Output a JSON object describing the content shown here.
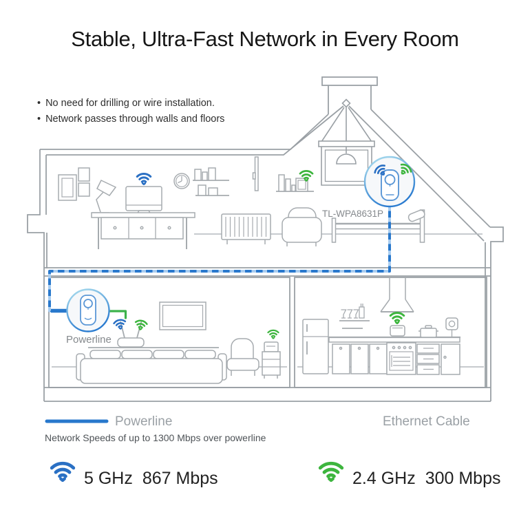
{
  "title": "Stable, Ultra-Fast Network in Every Room",
  "features": [
    "No need for drilling or wire installation.",
    "Network passes through walls and floors"
  ],
  "bullet_char": "•",
  "diagram": {
    "top_adapter_model": "TL-WPA8631P",
    "bottom_adapter_label": "Powerline"
  },
  "legend": {
    "powerline_label": "Powerline",
    "powerline_note": "Network Speeds of up to 1300 Mbps over powerline",
    "powerline_color": "#2878cc",
    "ethernet_label": "Ethernet Cable",
    "ethernet_color_start": "#2ca63c",
    "ethernet_color_end": "#b9dc40"
  },
  "wifi_bands": [
    {
      "band": "5 GHz",
      "speed": "867 Mbps",
      "color": "#2a70c4"
    },
    {
      "band": "2.4 GHz",
      "speed": "300 Mbps",
      "color": "#3db53e"
    }
  ],
  "colors": {
    "line_art": "#9aa0a5",
    "furniture": "#a6abaf",
    "label_gray": "#85898d",
    "legend_gray": "#9aa0a5",
    "text_dark": "#161616",
    "cable_blue": "#2878cc",
    "cable_blue_dash": "#a9cdf0",
    "ethernet_green": "#3cb24a",
    "adapter_outline_blue": "#5b97d6",
    "circle_gradient_top": "#aee0ef",
    "circle_gradient_bottom": "#2b7cd0"
  },
  "icons": {
    "wifi": "three concentric arcs with chevron dot",
    "adapter": "wall-plug powerline adapter with pass-through socket"
  }
}
